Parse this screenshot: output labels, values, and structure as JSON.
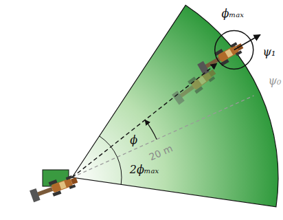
{
  "diagram": {
    "labels": [
      "ϕₘₐₓ",
      "ψ₁",
      "ψ₀",
      "ϕ",
      "20 m",
      "2ϕₘₐₓ"
    ]
  }
}
